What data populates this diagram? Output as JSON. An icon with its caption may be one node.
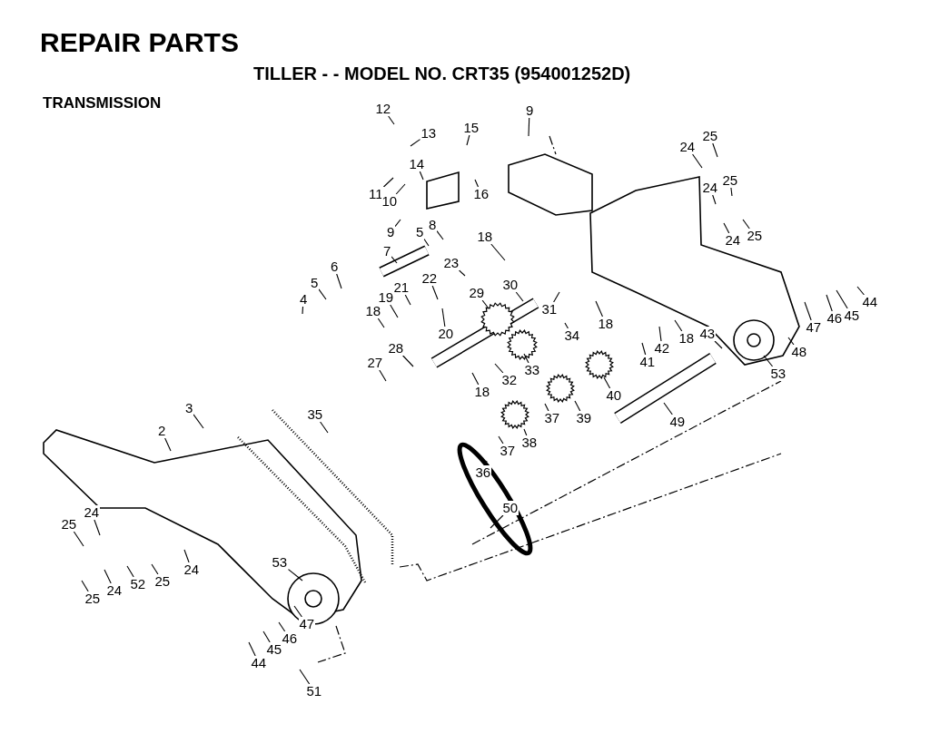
{
  "diagram": {
    "title": "REPAIR PARTS",
    "labels": [
      "TILLER - - MODEL NO. CRT35 (954001252D)",
      "TRANSMISSION"
    ],
    "nodes": [
      {
        "text": [
          "12"
        ]
      },
      {
        "text": [
          "9"
        ]
      },
      {
        "text": [
          "13"
        ]
      },
      {
        "text": [
          "15"
        ]
      },
      {
        "text": [
          "14"
        ]
      },
      {
        "text": [
          "11"
        ]
      },
      {
        "text": [
          "24"
        ]
      },
      {
        "text": [
          "25"
        ]
      },
      {
        "text": [
          "16"
        ]
      },
      {
        "text": [
          "10"
        ]
      },
      {
        "text": [
          "24"
        ]
      },
      {
        "text": [
          "25"
        ]
      },
      {
        "text": [
          "9"
        ]
      },
      {
        "text": [
          "5"
        ]
      },
      {
        "text": [
          "8"
        ]
      },
      {
        "text": [
          "24"
        ]
      },
      {
        "text": [
          "25"
        ]
      },
      {
        "text": [
          "7"
        ]
      },
      {
        "text": [
          "18"
        ]
      },
      {
        "text": [
          "23"
        ]
      },
      {
        "text": [
          "6"
        ]
      },
      {
        "text": [
          "5"
        ]
      },
      {
        "text": [
          "22"
        ]
      },
      {
        "text": [
          "21"
        ]
      },
      {
        "text": [
          "30"
        ]
      },
      {
        "text": [
          "29"
        ]
      },
      {
        "text": [
          "19"
        ]
      },
      {
        "text": [
          "4"
        ]
      },
      {
        "text": [
          "18"
        ]
      },
      {
        "text": [
          "31"
        ]
      },
      {
        "text": [
          "44"
        ]
      },
      {
        "text": [
          "47"
        ]
      },
      {
        "text": [
          "46"
        ]
      },
      {
        "text": [
          "45"
        ]
      },
      {
        "text": [
          "20"
        ]
      },
      {
        "text": [
          "18"
        ]
      },
      {
        "text": [
          "34"
        ]
      },
      {
        "text": [
          "42"
        ]
      },
      {
        "text": [
          "18"
        ]
      },
      {
        "text": [
          "43"
        ]
      },
      {
        "text": [
          "28"
        ]
      },
      {
        "text": [
          "48"
        ]
      },
      {
        "text": [
          "33"
        ]
      },
      {
        "text": [
          "27"
        ]
      },
      {
        "text": [
          "41"
        ]
      },
      {
        "text": [
          "32"
        ]
      },
      {
        "text": [
          "53"
        ]
      },
      {
        "text": [
          "40"
        ]
      },
      {
        "text": [
          "18"
        ]
      },
      {
        "text": [
          "35"
        ]
      },
      {
        "text": [
          "37"
        ]
      },
      {
        "text": [
          "39"
        ]
      },
      {
        "text": [
          "49"
        ]
      },
      {
        "text": [
          "3"
        ]
      },
      {
        "text": [
          "2"
        ]
      },
      {
        "text": [
          "38"
        ]
      },
      {
        "text": [
          "37"
        ]
      },
      {
        "text": [
          "36"
        ]
      },
      {
        "text": [
          "50"
        ]
      },
      {
        "text": [
          "24"
        ]
      },
      {
        "text": [
          "25"
        ]
      },
      {
        "text": [
          "24"
        ]
      },
      {
        "text": [
          "53"
        ]
      },
      {
        "text": [
          "24"
        ]
      },
      {
        "text": [
          "52"
        ]
      },
      {
        "text": [
          "25"
        ]
      },
      {
        "text": [
          "25"
        ]
      },
      {
        "text": [
          "47"
        ]
      },
      {
        "text": [
          "46"
        ]
      },
      {
        "text": [
          "45"
        ]
      },
      {
        "text": [
          "44"
        ]
      },
      {
        "text": [
          "51"
        ]
      }
    ],
    "edges": [
      {
        "from": 0,
        "to": null,
        "arrow": "none"
      },
      {
        "from": 1,
        "to": null,
        "arrow": "none"
      },
      {
        "from": 2,
        "to": null,
        "arrow": "none"
      },
      {
        "from": 3,
        "to": null,
        "arrow": "none"
      },
      {
        "from": 4,
        "to": null,
        "arrow": "none"
      },
      {
        "from": 5,
        "to": null,
        "arrow": "none"
      },
      {
        "from": 6,
        "to": null,
        "arrow": "none"
      },
      {
        "from": 7,
        "to": null,
        "arrow": "none"
      },
      {
        "from": 8,
        "to": null,
        "arrow": "none"
      },
      {
        "from": 9,
        "to": null,
        "arrow": "none"
      },
      {
        "from": 10,
        "to": null,
        "arrow": "none"
      },
      {
        "from": 11,
        "to": null,
        "arrow": "none"
      },
      {
        "from": 12,
        "to": null,
        "arrow": "none"
      },
      {
        "from": 13,
        "to": null,
        "arrow": "none"
      },
      {
        "from": 14,
        "to": null,
        "arrow": "none"
      },
      {
        "from": 15,
        "to": null,
        "arrow": "none"
      },
      {
        "from": 16,
        "to": null,
        "arrow": "none"
      },
      {
        "from": 17,
        "to": null,
        "arrow": "none"
      },
      {
        "from": 18,
        "to": null,
        "arrow": "none"
      },
      {
        "from": 19,
        "to": null,
        "arrow": "none"
      },
      {
        "from": 20,
        "to": null,
        "arrow": "none"
      },
      {
        "from": 21,
        "to": null,
        "arrow": "none"
      },
      {
        "from": 22,
        "to": null,
        "arrow": "none"
      },
      {
        "from": 23,
        "to": null,
        "arrow": "none"
      },
      {
        "from": 24,
        "to": null,
        "arrow": "none"
      },
      {
        "from": 25,
        "to": null,
        "arrow": "none"
      },
      {
        "from": 26,
        "to": null,
        "arrow": "none"
      },
      {
        "from": 27,
        "to": null,
        "arrow": "none"
      },
      {
        "from": 28,
        "to": null,
        "arrow": "none"
      },
      {
        "from": 29,
        "to": null,
        "arrow": "none"
      },
      {
        "from": 30,
        "to": null,
        "arrow": "none"
      },
      {
        "from": 31,
        "to": null,
        "arrow": "none"
      },
      {
        "from": 32,
        "to": null,
        "arrow": "none"
      },
      {
        "from": 33,
        "to": null,
        "arrow": "none"
      },
      {
        "from": 34,
        "to": null,
        "arrow": "none"
      },
      {
        "from": 35,
        "to": null,
        "arrow": "none"
      },
      {
        "from": 36,
        "to": null,
        "arrow": "none"
      },
      {
        "from": 37,
        "to": null,
        "arrow": "none"
      },
      {
        "from": 38,
        "to": null,
        "arrow": "none"
      },
      {
        "from": 39,
        "to": null,
        "arrow": "none"
      },
      {
        "from": 40,
        "to": null,
        "arrow": "none"
      },
      {
        "from": 41,
        "to": null,
        "arrow": "none"
      },
      {
        "from": 42,
        "to": null,
        "arrow": "none"
      },
      {
        "from": 43,
        "to": null,
        "arrow": "none"
      },
      {
        "from": 44,
        "to": null,
        "arrow": "none"
      },
      {
        "from": 45,
        "to": null,
        "arrow": "none"
      },
      {
        "from": 46,
        "to": null,
        "arrow": "none"
      },
      {
        "from": 47,
        "to": null,
        "arrow": "none"
      },
      {
        "from": 48,
        "to": null,
        "arrow": "none"
      },
      {
        "from": 49,
        "to": null,
        "arrow": "none"
      },
      {
        "from": 50,
        "to": null,
        "arrow": "none"
      },
      {
        "from": 51,
        "to": null,
        "arrow": "none"
      },
      {
        "from": 52,
        "to": null,
        "arrow": "none"
      },
      {
        "from": 53,
        "to": null,
        "arrow": "none"
      },
      {
        "from": 54,
        "to": null,
        "arrow": "none"
      },
      {
        "from": 55,
        "to": null,
        "arrow": "none"
      },
      {
        "from": 56,
        "to": null,
        "arrow": "none"
      },
      {
        "from": 57,
        "to": null,
        "arrow": "none"
      },
      {
        "from": 58,
        "to": null,
        "arrow": "none"
      },
      {
        "from": 59,
        "to": null,
        "arrow": "none"
      },
      {
        "from": 60,
        "to": null,
        "arrow": "none"
      },
      {
        "from": 61,
        "to": null,
        "arrow": "none"
      },
      {
        "from": 62,
        "to": null,
        "arrow": "none"
      },
      {
        "from": 63,
        "to": null,
        "arrow": "none"
      },
      {
        "from": 64,
        "to": null,
        "arrow": "none"
      },
      {
        "from": 65,
        "to": null,
        "arrow": "none"
      },
      {
        "from": 66,
        "to": null,
        "arrow": "none"
      },
      {
        "from": 67,
        "to": null,
        "arrow": "none"
      },
      {
        "from": 68,
        "to": null,
        "arrow": "none"
      },
      {
        "from": 69,
        "to": null,
        "arrow": "none"
      },
      {
        "from": 70,
        "to": null,
        "arrow": "none"
      },
      {
        "from": 71,
        "to": null,
        "arrow": "none"
      }
    ]
  }
}
